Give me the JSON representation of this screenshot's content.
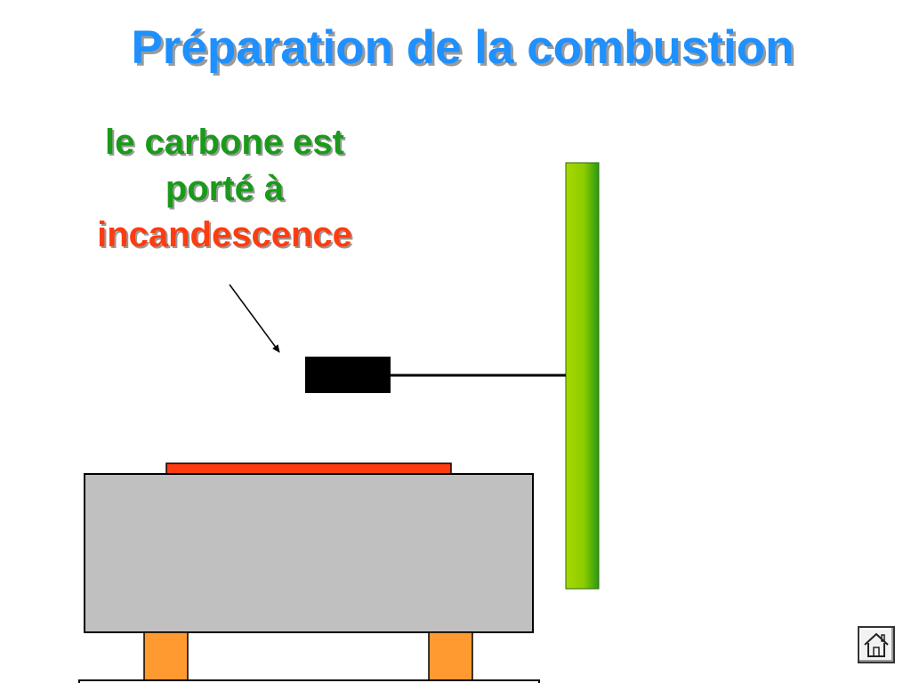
{
  "slide": {
    "title": "Préparation de la combustion",
    "caption": {
      "line1": "le carbone est",
      "line2": "porté à",
      "line3": "incandescence"
    }
  },
  "colors": {
    "title": "#1e90ff",
    "caption_green": "#1a9a1a",
    "caption_red": "#ff3c10",
    "burner_body": "#c0c0c0",
    "heater_plate": "#ff3c10",
    "legs": "#ff9a30",
    "stand_rod_light": "#a8d800",
    "stand_rod_dark": "#2a9a10",
    "carbon": "#000000"
  },
  "icons": {
    "home": "home-icon"
  }
}
